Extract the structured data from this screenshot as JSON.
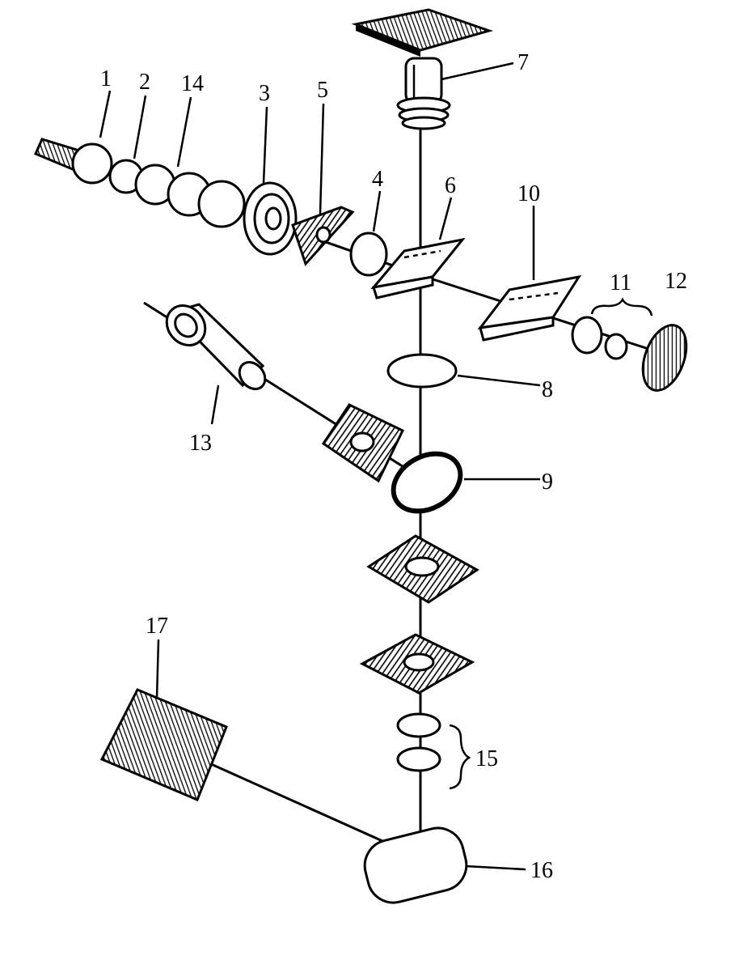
{
  "labels": {
    "l1": "1",
    "l2": "2",
    "l14": "14",
    "l3": "3",
    "l5": "5",
    "l4": "4",
    "l6": "6",
    "l7": "7",
    "l10": "10",
    "l11": "11",
    "l12": "12",
    "l13": "13",
    "l8": "8",
    "l9": "9",
    "l15": "15",
    "l16": "16",
    "l17": "17"
  },
  "colors": {
    "ink": "#000000",
    "paper": "#ffffff"
  }
}
